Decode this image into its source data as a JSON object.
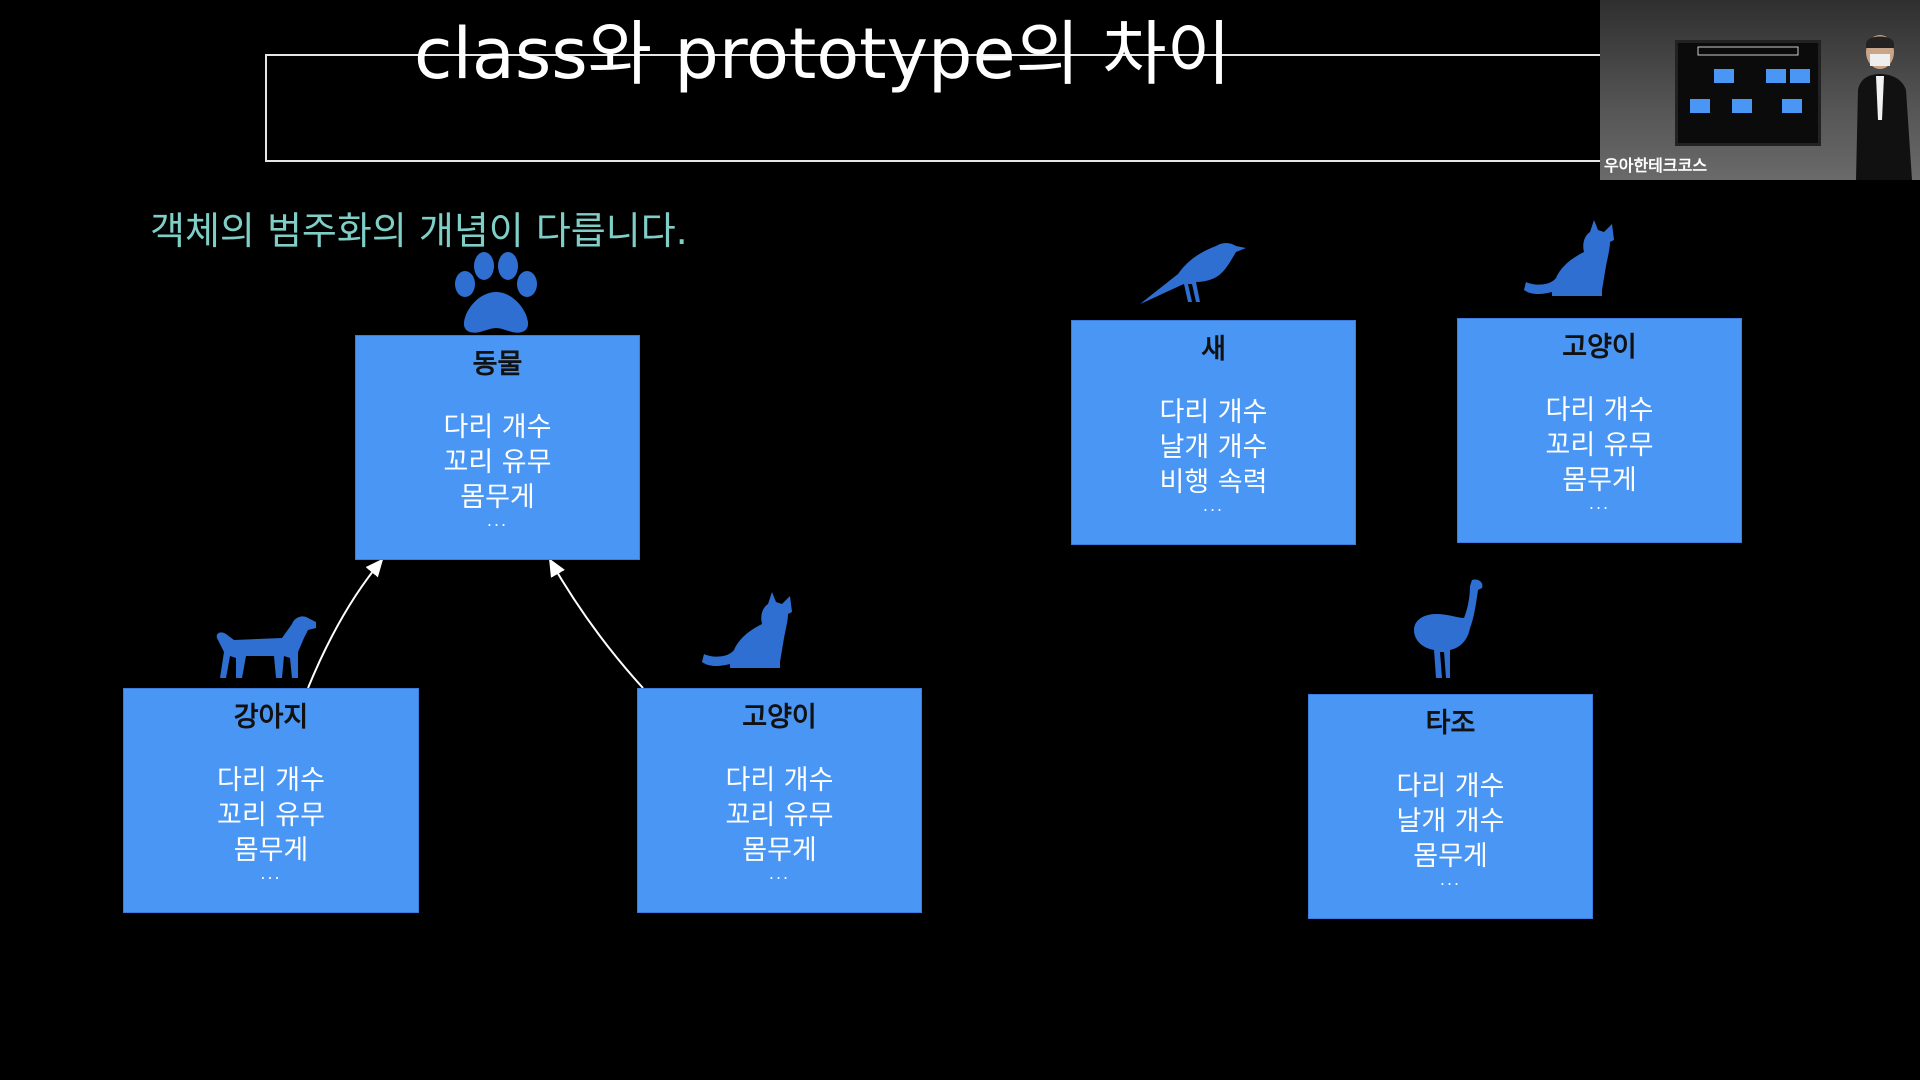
{
  "slide": {
    "title": "class와 prototype의 차이",
    "subtitle": "객체의 범주화의 개념이 다릅니다."
  },
  "class_diagram": {
    "parent": {
      "name": "동물",
      "attrs": [
        "다리 개수",
        "꼬리 유무",
        "몸무게"
      ],
      "ellipsis": "...",
      "icon": "paw-icon"
    },
    "children": [
      {
        "name": "강아지",
        "attrs": [
          "다리 개수",
          "꼬리 유무",
          "몸무게"
        ],
        "ellipsis": "...",
        "icon": "dog-icon"
      },
      {
        "name": "고양이",
        "attrs": [
          "다리 개수",
          "꼬리 유무",
          "몸무게"
        ],
        "ellipsis": "...",
        "icon": "cat-icon"
      }
    ]
  },
  "prototype_diagram": {
    "bird": {
      "name": "새",
      "attrs": [
        "다리 개수",
        "날개 개수",
        "비행 속력"
      ],
      "ellipsis": "...",
      "icon": "bird-icon"
    },
    "cat": {
      "name": "고양이",
      "attrs": [
        "다리 개수",
        "꼬리 유무",
        "몸무게"
      ],
      "ellipsis": "...",
      "icon": "cat-icon"
    },
    "ostrich": {
      "name": "타조",
      "attrs": [
        "다리 개수",
        "날개 개수",
        "몸무게"
      ],
      "ellipsis": "...",
      "icon": "ostrich-icon"
    }
  },
  "webcam": {
    "caption": "우아한테크코스"
  },
  "colors": {
    "box_fill": "#4a96f5",
    "icon_fill": "#2f6fd1",
    "subtitle": "#7fcfc7",
    "background": "#000000"
  }
}
